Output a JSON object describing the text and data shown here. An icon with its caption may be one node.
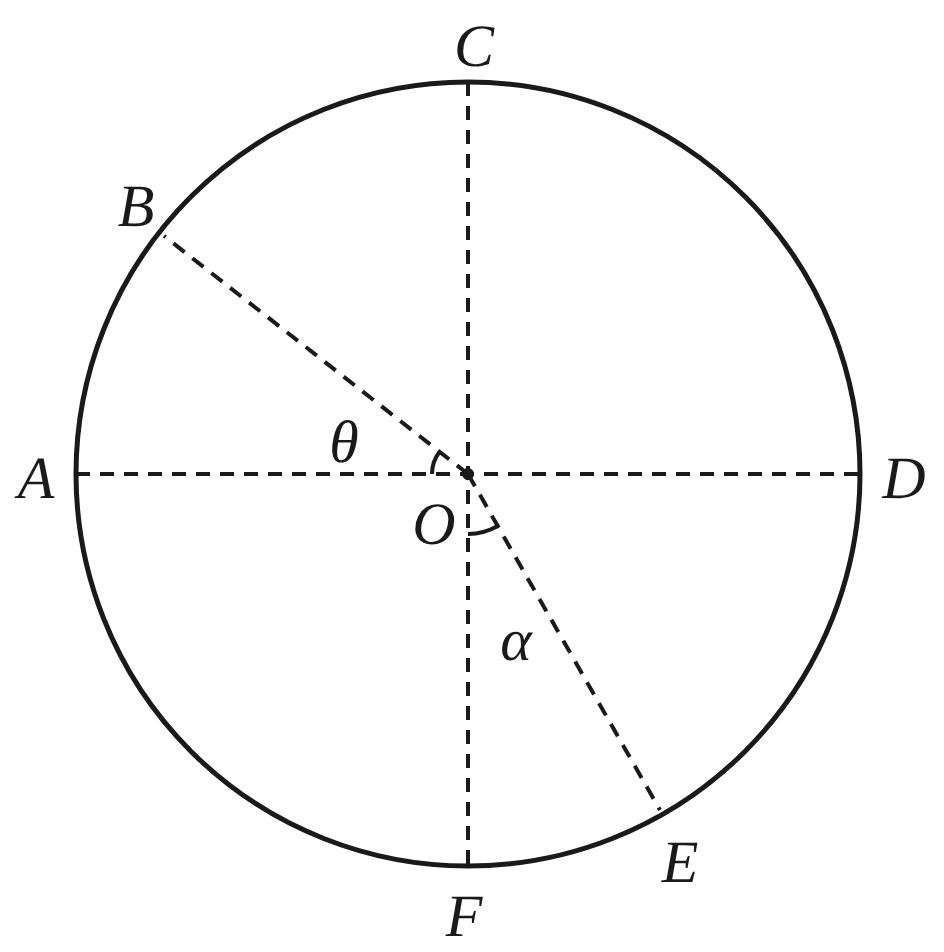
{
  "diagram": {
    "labels": [
      "C",
      "B",
      "θ",
      "A",
      "O",
      "D",
      "α",
      "E",
      "F"
    ]
  }
}
